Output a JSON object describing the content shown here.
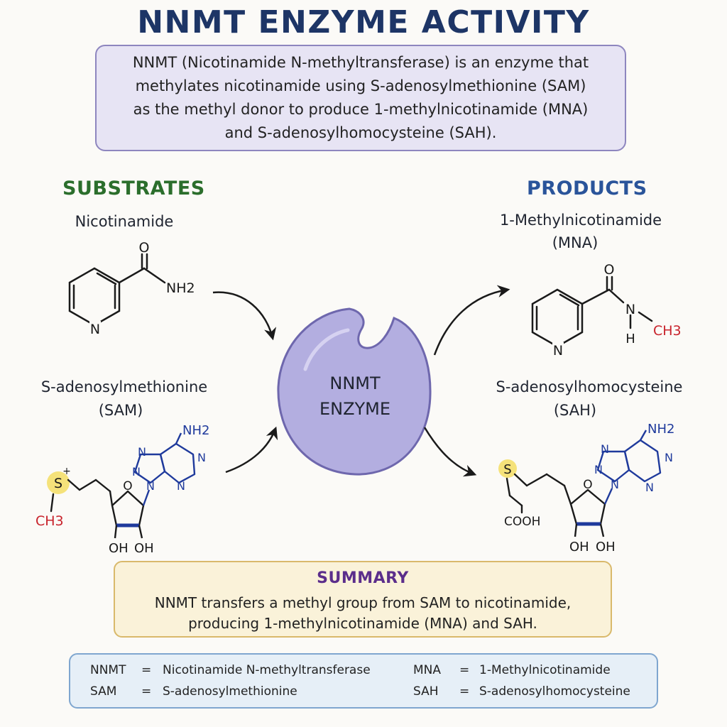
{
  "title": "NNMT ENZYME ACTIVITY",
  "intro": {
    "lines": [
      "NNMT (Nicotinamide N-methyltransferase) is an enzyme that",
      "methylates nicotinamide using S-adenosylmethionine (SAM)",
      "as the methyl donor to produce 1-methylnicotinamide (MNA)",
      "and S-adenosylhomocysteine (SAH)."
    ]
  },
  "substrates": {
    "heading": "SUBSTRATES",
    "nicotinamide": {
      "name": "Nicotinamide",
      "labels": {
        "o": "O",
        "nh2": "NH2",
        "n": "N"
      }
    },
    "sam": {
      "name_line1": "S-adenosylmethionine",
      "name_line2": "(SAM)",
      "labels": {
        "s": "S",
        "plus": "+",
        "ch3": "CH3",
        "o": "O",
        "oh1": "OH",
        "oh2": "OH",
        "nh2": "NH2",
        "n1": "N",
        "n2": "N",
        "n3": "N",
        "n4": "N",
        "n5": "N"
      }
    }
  },
  "enzyme": {
    "line1": "NNMT",
    "line2": "ENZYME"
  },
  "products": {
    "heading": "PRODUCTS",
    "mna": {
      "name_line1": "1-Methylnicotinamide",
      "name_line2": "(MNA)",
      "labels": {
        "o": "O",
        "n_amide": "N",
        "h": "H",
        "ch3": "CH3",
        "n": "N"
      }
    },
    "sah": {
      "name_line1": "S-adenosylhomocysteine",
      "name_line2": "(SAH)",
      "labels": {
        "s": "S",
        "cooh": "COOH",
        "o": "O",
        "oh1": "OH",
        "oh2": "OH",
        "nh2": "NH2",
        "n1": "N",
        "n2": "N",
        "n3": "N",
        "n4": "N",
        "n5": "N"
      }
    }
  },
  "summary": {
    "title": "SUMMARY",
    "lines": [
      "NNMT transfers a methyl group from SAM to nicotinamide,",
      "producing 1-methylnicotinamide (MNA) and SAH."
    ]
  },
  "legend": [
    {
      "abbr": "NNMT",
      "eq": "=",
      "full": "Nicotinamide N-methyltransferase"
    },
    {
      "abbr": "MNA",
      "eq": "=",
      "full": "1-Methylnicotinamide"
    },
    {
      "abbr": "SAM",
      "eq": "=",
      "full": "S-adenosylmethionine"
    },
    {
      "abbr": "SAH",
      "eq": "=",
      "full": "S-adenosylhomocysteine"
    }
  ],
  "colors": {
    "title": "#1d3566",
    "substrates_heading": "#2b6e2c",
    "products_heading": "#2a549a",
    "enzyme_fill": "#b3aee0",
    "methyl_red": "#c8232c",
    "sulfur_yellow": "#f5e27a",
    "adenine_blue": "#1f3a9c",
    "summary_title": "#5b2d8b"
  }
}
